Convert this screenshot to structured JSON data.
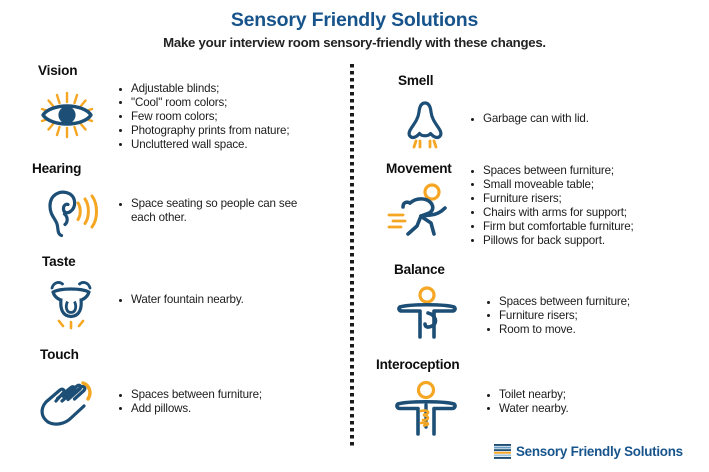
{
  "header": {
    "title": "Sensory Friendly Solutions",
    "subtitle": "Make your interview room sensory-friendly with these changes."
  },
  "colors": {
    "navy": "#1d4f76",
    "title_blue": "#17548c",
    "orange": "#f5a623",
    "text": "#1c1c1c",
    "background": "#ffffff"
  },
  "left_column": [
    {
      "heading": "Vision",
      "icon": "eye-icon",
      "items": [
        "Adjustable blinds;",
        "\"Cool\" room colors;",
        "Few room colors;",
        "Photography prints from nature;",
        "Uncluttered wall space."
      ]
    },
    {
      "heading": "Hearing",
      "icon": "ear-icon",
      "items": [
        "Space seating so people can see each other."
      ]
    },
    {
      "heading": "Taste",
      "icon": "mouth-tongue-icon",
      "items": [
        "Water fountain nearby."
      ]
    },
    {
      "heading": "Touch",
      "icon": "hand-icon",
      "items": [
        "Spaces between furniture;",
        "Add pillows."
      ]
    }
  ],
  "right_column": [
    {
      "heading": "Smell",
      "icon": "nose-icon",
      "items": [
        "Garbage can with lid."
      ]
    },
    {
      "heading": "Movement",
      "icon": "running-person-icon",
      "items": [
        "Spaces between furniture;",
        "Small moveable table;",
        "Furniture risers;",
        "Chairs with arms for support;",
        "Firm but comfortable furniture;",
        "Pillows for back support."
      ]
    },
    {
      "heading": "Balance",
      "icon": "balancing-person-icon",
      "items": [
        "Spaces between furniture;",
        "Furniture risers;",
        "Room to move."
      ]
    },
    {
      "heading": "Interoception",
      "icon": "body-awareness-person-icon",
      "items": [
        "Toilet nearby;",
        "Water nearby."
      ]
    }
  ],
  "logo": {
    "mark": "stacked-bars-logo-icon",
    "text": "Sensory Friendly Solutions"
  }
}
